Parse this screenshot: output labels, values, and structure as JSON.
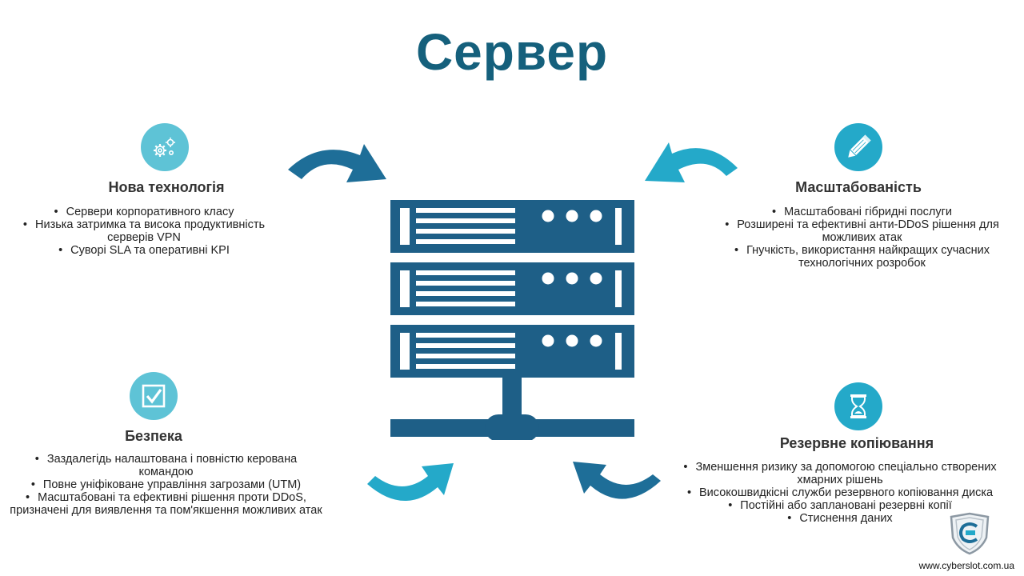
{
  "title": "Сервер",
  "colors": {
    "dark_blue": "#1e5f87",
    "light_blue": "#24a9c9",
    "title": "#15607c"
  },
  "sections": {
    "new_tech": {
      "heading": "Нова технологія",
      "icon": "gears-icon",
      "items": [
        "Сервери корпоративного класу",
        "Низька затримка та висока продуктивність серверів VPN",
        "Суворі SLA та оперативні KPI"
      ]
    },
    "scalability": {
      "heading": "Масштабованість",
      "icon": "pencil-icon",
      "items": [
        "Масштабовані гібридні послуги",
        "Розширені та ефективні анти-DDoS рішення для можливих атак",
        "Гнучкість, використання найкращих сучасних технологічних розробок"
      ]
    },
    "security": {
      "heading": "Безпека",
      "icon": "checkbox-icon",
      "items": [
        "Заздалегідь налаштована і повністю керована командою",
        "Повне уніфіковане управління загрозами (UTM)",
        "Масштабовані та ефективні рішення проти DDoS, призначені для виявлення та пом'якшення можливих атак"
      ]
    },
    "backup": {
      "heading": "Резервне копіювання",
      "icon": "hourglass-icon",
      "items": [
        "Зменшення ризику за допомогою спеціально створених хмарних рішень",
        "Високошвидкісні служби резервного копіювання диска",
        "Постійні або заплановані резервні копії",
        "Стиснення даних"
      ]
    }
  },
  "footer": {
    "website": "www.cyberslot.com.ua"
  }
}
